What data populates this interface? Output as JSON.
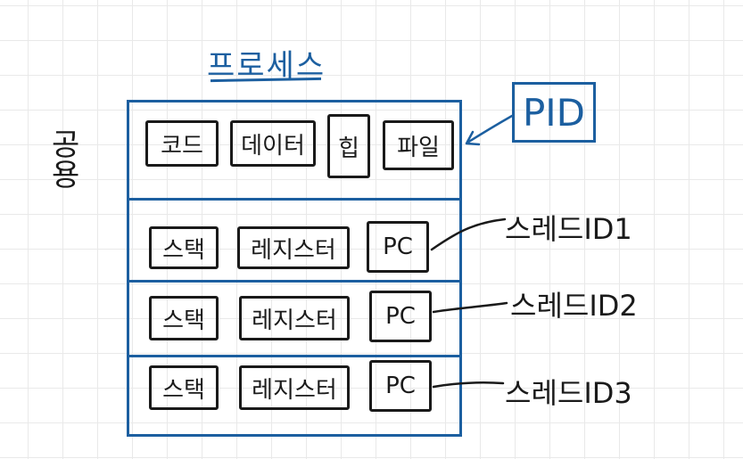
{
  "process": {
    "title": "프로세스",
    "shared_label": "공용",
    "pid_label": "PID",
    "shared_items": [
      "코드",
      "데이터",
      "힙",
      "파일"
    ],
    "threads": [
      {
        "items": [
          "스택",
          "레지스터",
          "PC"
        ],
        "label": "스레드ID1"
      },
      {
        "items": [
          "스택",
          "레지스터",
          "PC"
        ],
        "label": "스레드ID2"
      },
      {
        "items": [
          "스택",
          "레지스터",
          "PC"
        ],
        "label": "스레드ID3"
      }
    ]
  },
  "colors": {
    "outline": "#1c5fa0",
    "ink": "#1a1a1a",
    "grid": "#e9e9e9"
  }
}
